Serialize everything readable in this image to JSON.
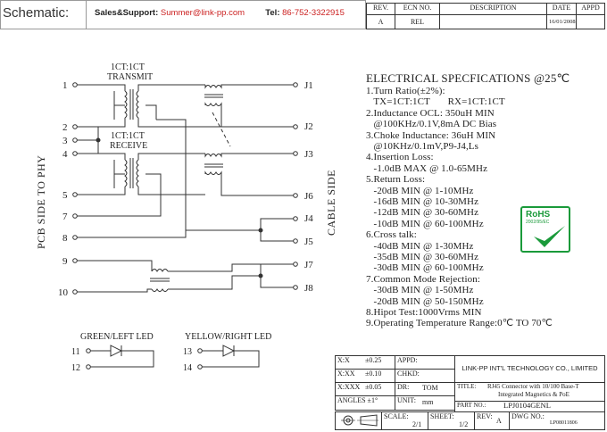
{
  "header": {
    "schematic_label": "Schematic:",
    "contact_prefix": "Sales&Support:",
    "contact_email": "Summer@link-pp.com",
    "tel_label": "Tel:",
    "tel_number": "86-752-3322915",
    "accent_color": "#cc2222"
  },
  "revision_table": {
    "headers": [
      "REV.",
      "ECN NO.",
      "DESCRIPTION",
      "DATE",
      "APPD"
    ],
    "row": [
      "A",
      "REL",
      "",
      "16/01/2008",
      ""
    ]
  },
  "diagram": {
    "pcb_side_label": "PCB SIDE TO PHY",
    "cable_side_label": "CABLE SIDE",
    "transmit_ratio": "1CT:1CT",
    "transmit_label": "TRANSMIT",
    "receive_ratio": "1CT:1CT",
    "receive_label": "RECEIVE",
    "left_pins": [
      "1",
      "2",
      "3",
      "4",
      "5",
      "7",
      "8",
      "9",
      "10"
    ],
    "right_pins": [
      "J1",
      "J2",
      "J3",
      "J6",
      "J4",
      "J5",
      "J7",
      "J8"
    ],
    "green_led_label": "GREEN/LEFT LED",
    "green_led_pins": [
      "11",
      "12"
    ],
    "yellow_led_label": "YELLOW/RIGHT LED",
    "yellow_led_pins": [
      "13",
      "14"
    ]
  },
  "specs": {
    "title": "ELECTRICAL SPECFICATIONS @25℃",
    "lines": [
      "1.Turn Ratio(±2%):",
      "   TX=1CT:1CT       RX=1CT:1CT",
      "2.Inductance OCL: 350uH MIN",
      "   @100KHz/0.1V,8mA DC Bias",
      "3.Choke Inductance: 36uH MIN",
      "   @10KHz/0.1mV,P9-J4,Ls",
      "4.Insertion Loss:",
      "   -1.0dB MAX @ 1.0-65MHz",
      "5.Return Loss:",
      "   -20dB MIN @ 1-10MHz",
      "   -16dB MIN @ 10-30MHz",
      "   -12dB MIN @ 30-60MHz",
      "   -10dB MIN @ 60-100MHz",
      "6.Cross talk:",
      "   -40dB MIN @ 1-30MHz",
      "   -35dB MIN @ 30-60MHz",
      "   -30dB MIN @ 60-100MHz",
      "7.Common Mode Rejection:",
      "   -30dB MIN @ 1-50MHz",
      "   -20dB MIN @ 50-150MHz",
      "8.Hipot Test:1000Vrms MIN",
      "9.Operating Temperature Range:0℃ TO 70℃"
    ]
  },
  "rohs": {
    "label": "RoHS",
    "sub": "2002/95/EC",
    "color": "#1a9a3a"
  },
  "title_block": {
    "tol1_label": "X:X",
    "tol1_value": "±0.25",
    "tol2_label": "X:XX",
    "tol2_value": "±0.10",
    "tol3_label": "X:XXX",
    "tol3_value": "±0.05",
    "angles_label": "ANGLES ±1°",
    "appd_label": "APPD:",
    "chkd_label": "CHKD:",
    "dr_label": "DR:",
    "dr_value": "TOM",
    "unit_label": "UNIT:",
    "unit_value": "mm",
    "company": "LINK-PP INT'L TECHNOLOGY CO., LIMITED",
    "title_label": "TITLE:",
    "title_line1": "RJ45 Connector with 10/100 Base-T",
    "title_line2": "Integrated Magnetics & PoE",
    "part_label": "PART NO.:",
    "part_value": "LPJ0104GENL",
    "scale_label": "SCALE:",
    "scale_value": "2/1",
    "sheet_label": "SHEET:",
    "sheet_value": "1/2",
    "rev_label": "REV:",
    "rev_value": "A",
    "dwg_label": "DWG NO.:",
    "dwg_value": "LP08011806"
  }
}
